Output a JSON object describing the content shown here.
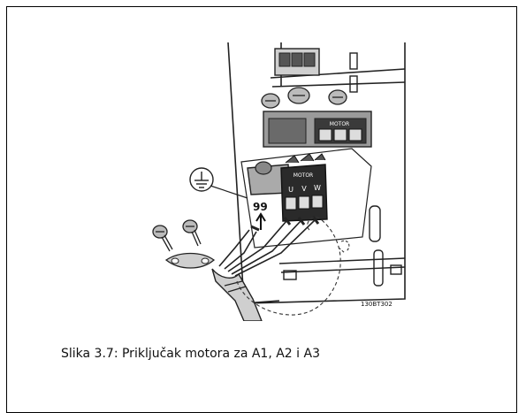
{
  "figure": {
    "caption": "Slika 3.7: Priključak motora za A1, A2 i A3",
    "part_number": "130BT302",
    "ground_terminal_label": "99",
    "terminal_labels": [
      "U",
      "V",
      "W"
    ],
    "connector_header_label": "MOTOR",
    "upper_connector_label": "MOTOR"
  },
  "icons": {
    "ground": "protective-earth-symbol"
  }
}
